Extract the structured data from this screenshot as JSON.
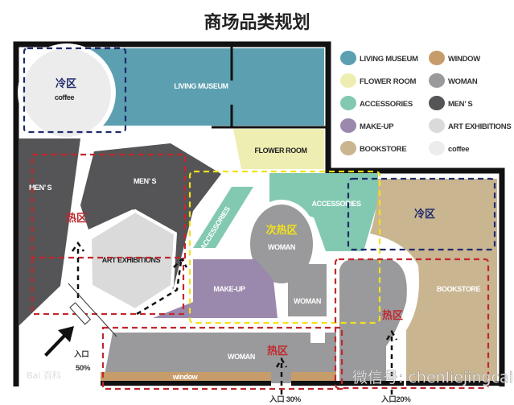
{
  "title": "商场品类规划",
  "colors": {
    "living_museum": "#5b9fb1",
    "window": "#c69c6a",
    "flower_room": "#eeeeb2",
    "woman": "#9a9a9c",
    "accessories": "#83c9b2",
    "mens": "#555456",
    "make_up": "#9b89ad",
    "art_exhibitions": "#dadadb",
    "bookstore": "#cab591",
    "coffee": "#ececec",
    "hot_zone": "#c0282d",
    "cold_zone": "#1f2a6b",
    "sub_hot_zone": "#f2e21a"
  },
  "legend": [
    {
      "label": "LIVING MUSEUM",
      "color": "#5b9fb1"
    },
    {
      "label": "WINDOW",
      "color": "#c69c6a"
    },
    {
      "label": "FLOWER ROOM",
      "color": "#eeeeb2"
    },
    {
      "label": "WOMAN",
      "color": "#9a9a9c"
    },
    {
      "label": "ACCESSORIES",
      "color": "#83c9b2"
    },
    {
      "label": "MEN’ S",
      "color": "#555456"
    },
    {
      "label": "MAKE-UP",
      "color": "#9b89ad"
    },
    {
      "label": "ART EXHIBITIONS",
      "color": "#dadadb"
    },
    {
      "label": "BOOKSTORE",
      "color": "#cab591"
    },
    {
      "label": "coffee",
      "color": "#ececec"
    }
  ],
  "areas": {
    "living_museum": "LIVING MUSEUM",
    "coffee": "coffee",
    "flower_room": "FLOWER ROOM",
    "mens_left": "MEN’ S",
    "mens_center": "MEN’ S",
    "art_exhibitions": "ART EXHIBITIONS",
    "accessories_left": "ACCESSORIES",
    "accessories_right": "ACCESSORIES",
    "woman_center": "WOMAN",
    "make_up": "MAKE-UP",
    "woman_small": "WOMAN",
    "bookstore": "BOOKSTORE",
    "woman_bottom": "WOMAN",
    "window": "window"
  },
  "zones": {
    "cold_coffee": "冷区",
    "cold_bookstore": "冷区",
    "hot_left": "热区",
    "hot_bottom": "热区",
    "hot_right": "热区",
    "sub_hot": "次热区"
  },
  "entrances": [
    {
      "label": "入口",
      "share": "50%"
    },
    {
      "label": "入口 30%"
    },
    {
      "label": "入口20%"
    }
  ],
  "watermarks": {
    "wechat": "微信号: chenliejingcai",
    "baidu": "Bai 百科"
  }
}
